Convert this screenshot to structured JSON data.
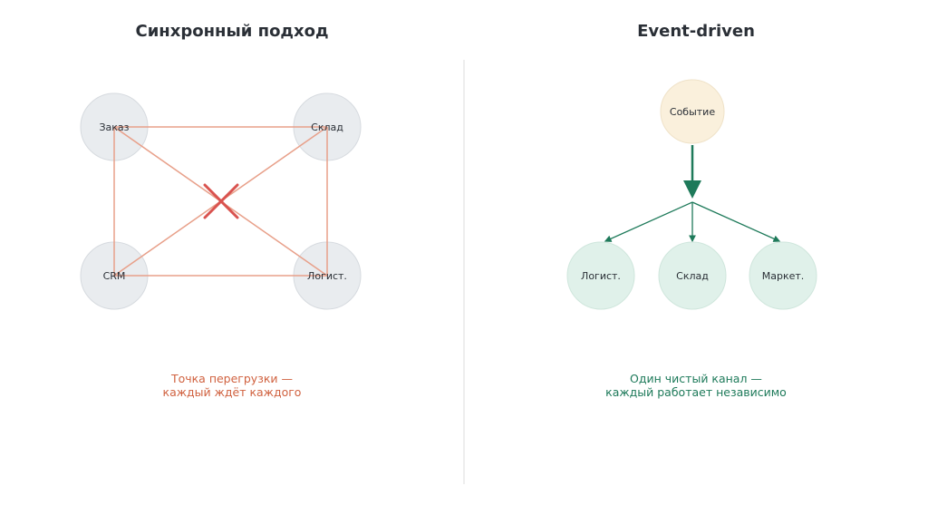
{
  "left": {
    "title": "Синхронный подход",
    "nodes": [
      "Заказ",
      "Склад",
      "CRM",
      "Логист."
    ],
    "caption_lines": [
      "Точка перегрузки —",
      "каждый ждёт каждого"
    ],
    "caption_color": "#d0613f",
    "link_color": "#e8a08a",
    "cross_color": "#d9534f",
    "node_fill": "#e9ecef"
  },
  "right": {
    "title": "Event-driven",
    "event": "Событие",
    "consumers": [
      "Логист.",
      "Склад",
      "Маркет."
    ],
    "caption_lines": [
      "Один чистый канал —",
      "каждый работает независимо"
    ],
    "caption_color": "#1e7a5a",
    "arrow_color": "#1e7a5a",
    "event_fill": "#faf0dc",
    "consumer_fill": "#e0f1ea"
  }
}
